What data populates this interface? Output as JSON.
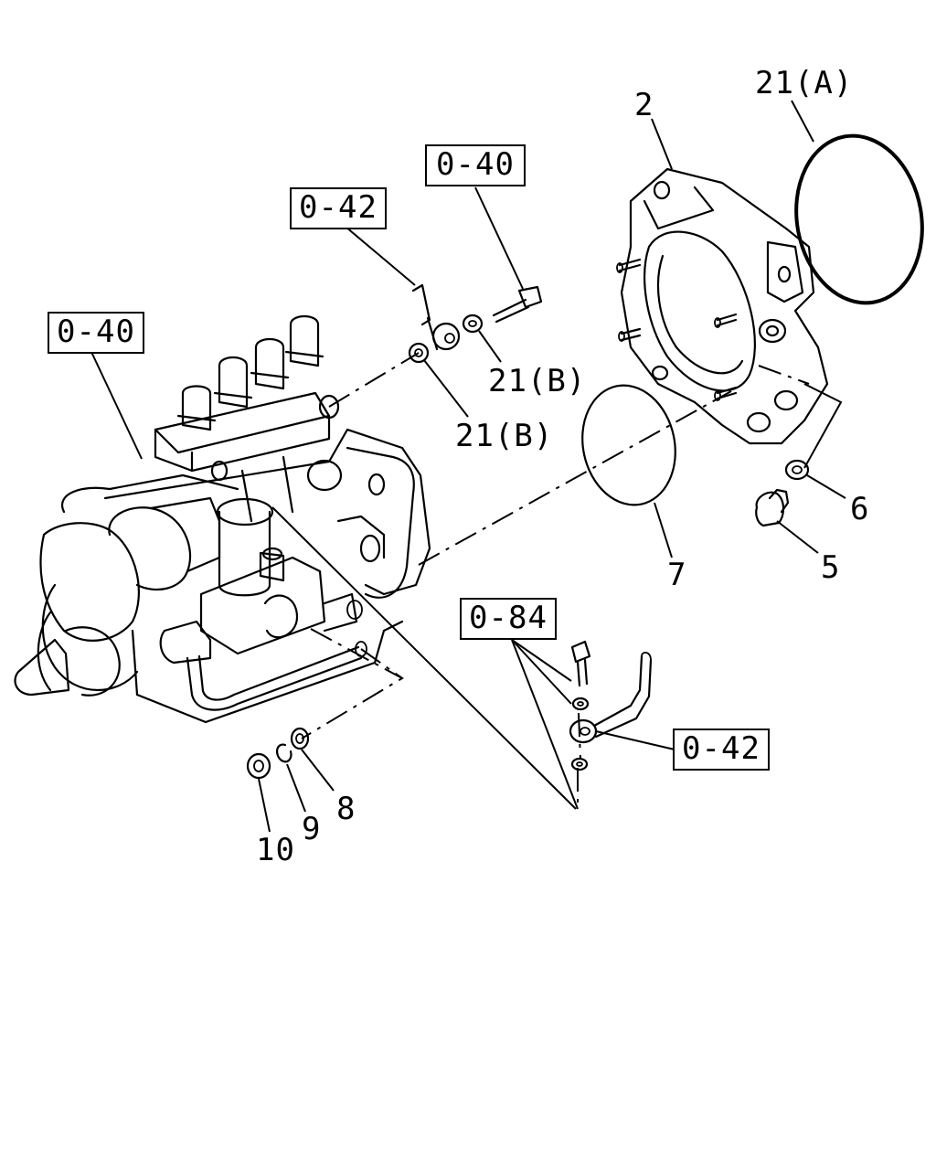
{
  "callouts": {
    "ref_0_40_top": "0-40",
    "ref_0_42_top": "0-42",
    "ref_0_40_left": "0-40",
    "ref_0_84": "0-84",
    "ref_0_42_right": "0-42"
  },
  "parts": {
    "p2": "2",
    "p21a": "21(A)",
    "p21b_upper": "21(B)",
    "p21b_lower": "21(B)",
    "p5": "5",
    "p6": "6",
    "p7": "7",
    "p8": "8",
    "p9": "9",
    "p10": "10"
  }
}
